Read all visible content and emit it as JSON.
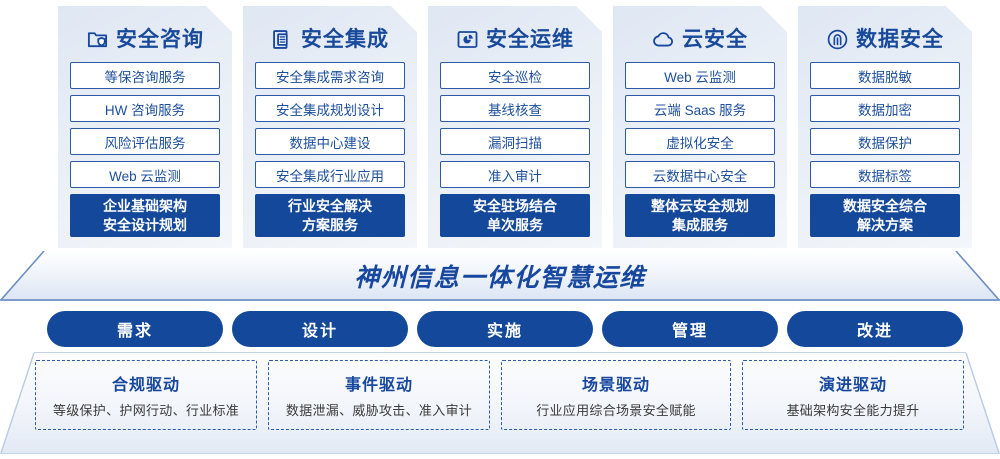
{
  "columns": [
    {
      "icon": "folder-shield-icon",
      "title": "安全咨询",
      "items": [
        "等保咨询服务",
        "HW 咨询服务",
        "风险评估服务",
        "Web 云监测"
      ],
      "highlight": [
        "企业基础架构",
        "安全设计规划"
      ]
    },
    {
      "icon": "copy-documents-icon",
      "title": "安全集成",
      "items": [
        "安全集成需求咨询",
        "安全集成规划设计",
        "数据中心建设",
        "安全集成行业应用"
      ],
      "highlight": [
        "行业安全解决",
        "方案服务"
      ]
    },
    {
      "icon": "monitor-chart-icon",
      "title": "安全运维",
      "items": [
        "安全巡检",
        "基线核查",
        "漏洞扫描",
        "准入审计"
      ],
      "highlight": [
        "安全驻场结合",
        "单次服务"
      ]
    },
    {
      "icon": "cloud-icon",
      "title": "云安全",
      "items": [
        "Web 云监测",
        "云端 Saas 服务",
        "虚拟化安全",
        "云数据中心安全"
      ],
      "highlight": [
        "整体云安全规划",
        "集成服务"
      ]
    },
    {
      "icon": "fingerprint-icon",
      "title": "数据安全",
      "items": [
        "数据脱敏",
        "数据加密",
        "数据保护",
        "数据标签"
      ],
      "highlight": [
        "数据安全综合",
        "解决方案"
      ]
    }
  ],
  "banner": {
    "title": "神州信息一体化智慧运维"
  },
  "phases": [
    "需求",
    "设计",
    "实施",
    "管理",
    "改进"
  ],
  "drivers": [
    {
      "title": "合规驱动",
      "subtitle": "等级保护、护网行动、行业标准"
    },
    {
      "title": "事件驱动",
      "subtitle": "数据泄漏、威胁攻击、准入审计"
    },
    {
      "title": "场景驱动",
      "subtitle": "行业应用综合场景安全赋能"
    },
    {
      "title": "演进驱动",
      "subtitle": "基础架构安全能力提升"
    }
  ],
  "colors": {
    "brand_dark": "#14489a",
    "brand_text": "#17479e",
    "item_border": "#2c5aa6",
    "item_text": "#1d4f9c",
    "card_bg_start": "#dfe7f3",
    "card_bg_end": "#f3f6fa"
  }
}
